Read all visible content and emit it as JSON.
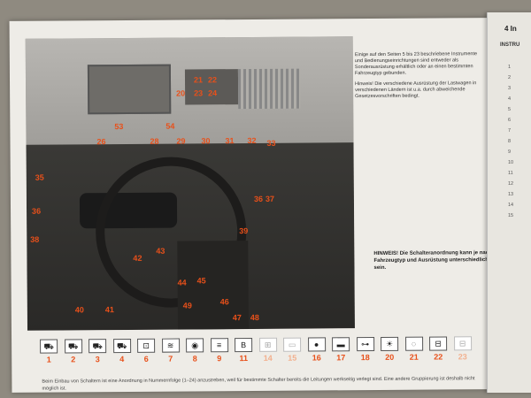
{
  "main_labels": {
    "n53": "53",
    "n54": "54",
    "n20": "20",
    "n21": "21",
    "n22": "22",
    "n23": "23",
    "n24": "24",
    "n26": "26",
    "n28": "28",
    "n29": "29",
    "n30": "30",
    "n31": "31",
    "n32": "32",
    "n33": "33",
    "n35": "35",
    "n36": "36",
    "n37": "37",
    "n38": "38",
    "n39": "39",
    "n40": "40",
    "n41": "41",
    "n42": "42",
    "n43": "43",
    "n44": "44",
    "n45": "45",
    "n46": "46",
    "n47": "47",
    "n48": "48",
    "n49": "49"
  },
  "info_text": {
    "para1": "Einige auf den Seiten 5 bis 23 beschriebene Instrumente und Bedienungseinrichtungen sind entweder als Sonderausrüstung erhältlich oder an einen bestimmten Fahrzeugtyp gebunden.",
    "para2": "Hinweis! Die verschiedene Ausrüstung der Lastwagen in verschiedenen Ländern ist u.a. durch abweichende Gesetzesvorschriften bedingt."
  },
  "hinweis": "HINWEIS! Die Schalteranordnung kann je nach Fahrzeugtyp und Ausrüstung unterschiedlich sein.",
  "switches": [
    {
      "num": "1",
      "icon": "⛟",
      "dim": false
    },
    {
      "num": "2",
      "icon": "⛟",
      "dim": false
    },
    {
      "num": "3",
      "icon": "⛟",
      "dim": false
    },
    {
      "num": "4",
      "icon": "⛟",
      "dim": false
    },
    {
      "num": "6",
      "icon": "⊡",
      "dim": false
    },
    {
      "num": "7",
      "icon": "≋",
      "dim": false
    },
    {
      "num": "8",
      "icon": "◉",
      "dim": false
    },
    {
      "num": "9",
      "icon": "≡",
      "dim": false
    },
    {
      "num": "11",
      "icon": "B",
      "dim": false
    },
    {
      "num": "14",
      "icon": "⊞",
      "dim": true
    },
    {
      "num": "15",
      "icon": "▭",
      "dim": true
    },
    {
      "num": "16",
      "icon": "●",
      "dim": false
    },
    {
      "num": "17",
      "icon": "▬",
      "dim": false
    },
    {
      "num": "18",
      "icon": "⊶",
      "dim": false
    },
    {
      "num": "20",
      "icon": "☀",
      "dim": false
    },
    {
      "num": "21",
      "icon": "◌",
      "dim": false
    },
    {
      "num": "22",
      "icon": "⊟",
      "dim": false
    },
    {
      "num": "23",
      "icon": "⊟",
      "dim": true
    }
  ],
  "footnote": "Beim Einbau von Schaltern ist eine Anordnung in Nummernfolge (1–24) anzustreben, weil für bestimmte Schalter bereits die Leitungen werkseitig verlegt sind. Eine andere Gruppierung ist deshalb nicht möglich ist.",
  "right_page": {
    "title": "4 In",
    "subtitle": "INSTRU",
    "items": [
      "1",
      "2",
      "3",
      "4",
      "5",
      "6",
      "7",
      "8",
      "9",
      "10",
      "11",
      "12",
      "13",
      "14",
      "15"
    ]
  }
}
